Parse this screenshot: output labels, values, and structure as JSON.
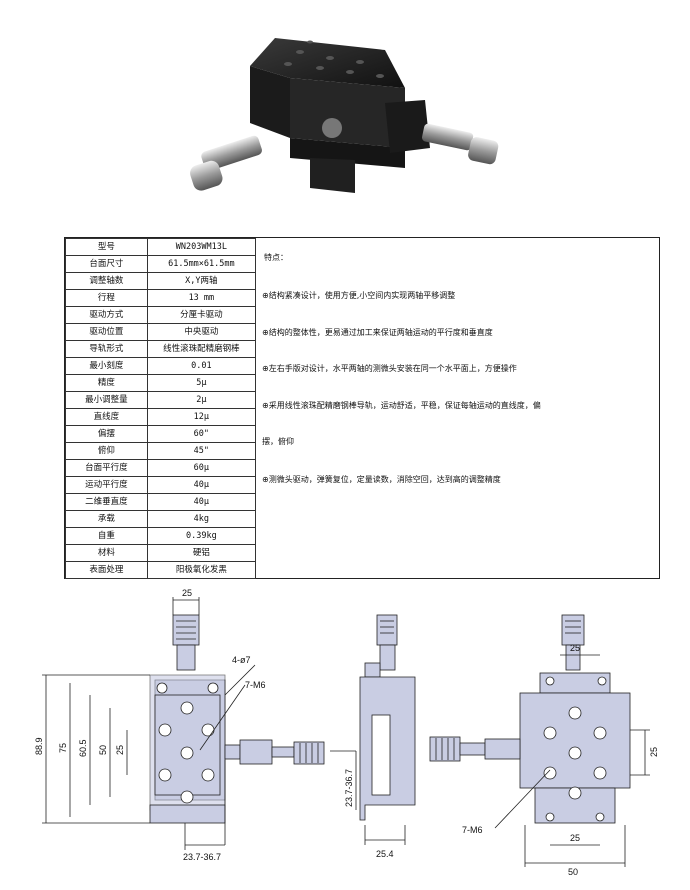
{
  "spec_table": [
    {
      "label": "型号",
      "value": "WN203WM13L"
    },
    {
      "label": "台面尺寸",
      "value": "61.5mm×61.5mm"
    },
    {
      "label": "调整轴数",
      "value": "X,Y两轴"
    },
    {
      "label": "行程",
      "value": "13 mm"
    },
    {
      "label": "驱动方式",
      "value": "分厘卡驱动"
    },
    {
      "label": "驱动位置",
      "value": "中央驱动"
    },
    {
      "label": "导轨形式",
      "value": "线性滚珠配精磨钢棒"
    },
    {
      "label": "最小刻度",
      "value": "0.01"
    },
    {
      "label": "精度",
      "value": "5μ"
    },
    {
      "label": "最小调整量",
      "value": "2μ"
    },
    {
      "label": "直线度",
      "value": "12μ"
    },
    {
      "label": "偏摆",
      "value": "60\""
    },
    {
      "label": "俯仰",
      "value": "45\""
    },
    {
      "label": "台面平行度",
      "value": "60μ"
    },
    {
      "label": "运动平行度",
      "value": "40μ"
    },
    {
      "label": "二维垂直度",
      "value": "40μ"
    },
    {
      "label": "承载",
      "value": "4kg"
    },
    {
      "label": "自重",
      "value": "0.39kg"
    },
    {
      "label": "材料",
      "value": "硬铝"
    },
    {
      "label": "表面处理",
      "value": "阳极氧化发黑"
    }
  ],
  "features": {
    "title": "特点：",
    "lines": [
      "⊕结构紧凑设计，使用方便,小空间内实现两轴平移调整",
      "⊕结构的整体性，更易通过加工来保证两轴运动的平行度和垂直度",
      "⊕左右手版对设计，水平两轴的测微头安装在同一个水平面上，方便操作",
      "⊕采用线性滚珠配精磨钢棒导轨，运动舒适，平稳，保证每轴运动的直线度，偏",
      "摆，俯仰",
      "⊕测微头驱动，弹簧复位，定量读数，消除空回，达到高的调整精度"
    ]
  },
  "drawing_labels": {
    "top_width": "25",
    "holes_small": "4-ø7",
    "holes_m6": "7-M6",
    "height_total": "88.9",
    "height_75": "75",
    "height_60_5": "60.5",
    "height_50": "50",
    "height_25": "25",
    "travel_bottom": "23.7-36.7",
    "side_travel": "23.7-36.7",
    "side_width": "25.4",
    "right_holes_m6": "7-M6",
    "right_25_v": "25",
    "right_top_25": "25",
    "right_bottom_25": "25",
    "right_bottom_50": "50"
  },
  "colors": {
    "stage_fill": "#c9cde3",
    "line": "#222222"
  }
}
